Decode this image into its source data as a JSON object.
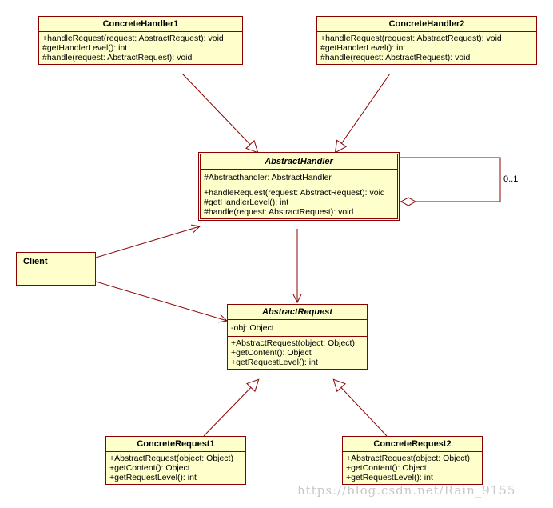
{
  "classes": {
    "concrete_handler_1": {
      "name": "ConcreteHandler1",
      "methods": [
        "+handleRequest(request: AbstractRequest): void",
        "#getHandlerLevel(): int",
        "#handle(request: AbstractRequest): void"
      ]
    },
    "concrete_handler_2": {
      "name": "ConcreteHandler2",
      "methods": [
        "+handleRequest(request: AbstractRequest): void",
        "#getHandlerLevel(): int",
        "#handle(request: AbstractRequest): void"
      ]
    },
    "abstract_handler": {
      "name": "AbstractHandler",
      "attributes": [
        "#Abstracthandler: AbstractHandler"
      ],
      "methods": [
        "+handleRequest(request: AbstractRequest): void",
        "#getHandlerLevel(): int",
        "#handle(request: AbstractRequest): void"
      ]
    },
    "client": {
      "name": "Client"
    },
    "abstract_request": {
      "name": "AbstractRequest",
      "attributes": [
        "-obj: Object"
      ],
      "methods": [
        "+AbstractRequest(object: Object)",
        "+getContent(): Object",
        "+getRequestLevel(): int"
      ]
    },
    "concrete_request_1": {
      "name": "ConcreteRequest1",
      "methods": [
        "+AbstractRequest(object: Object)",
        "+getContent(): Object",
        "+getRequestLevel(): int"
      ]
    },
    "concrete_request_2": {
      "name": "ConcreteRequest2",
      "methods": [
        "+AbstractRequest(object: Object)",
        "+getContent(): Object",
        "+getRequestLevel(): int"
      ]
    }
  },
  "multiplicity": "0..1",
  "watermark": "https://blog.csdn.net/Rain_9155",
  "colors": {
    "box_fill": "#ffffcc",
    "border": "#8b0000"
  }
}
